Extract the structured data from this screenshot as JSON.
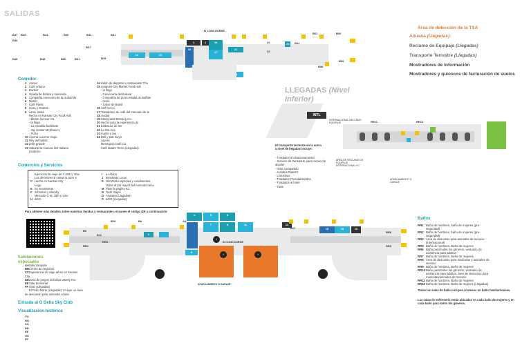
{
  "titles": {
    "departures": "SALIDAS",
    "arrivals_line1": "LLEGADAS",
    "arrivals_line2": "(Nivel",
    "arrivals_line3": "Inferior)"
  },
  "colors": {
    "yellow": "#f2c300",
    "teal": "#1aa0b0",
    "cyan": "#28b4d8",
    "blue": "#2a6fb3",
    "orange": "#e8792a",
    "green": "#7ac143",
    "gray": "#d4d6d8"
  },
  "right_legend": {
    "tsa": "Área de detección de la TSA",
    "customs": "Aduana",
    "customs_italic": "(Llegadas)",
    "baggage": "Reclamo de Equipaje",
    "baggage_italic": "(Llegadas)",
    "ground": "Transporte Terrestre",
    "ground_italic": "(Llegadas)",
    "info": "Mostradores de Información",
    "kiosks": "Mostradores y quioscos de facturación de vuelos"
  },
  "dining": {
    "heading": "Comedor",
    "items_left": [
      {
        "n": "1",
        "t": "Annex"
      },
      {
        "n": "2",
        "t": "Café urbano"
      },
      {
        "n": "3",
        "t": "Dunkin'"
      },
      {
        "n": "4",
        "t": "Velada de bolsita y merienda"
      },
      {
        "n": "5",
        "t": "Compañía cervecera de la ciudad de"
      },
      {
        "n": "6",
        "t": "Martín"
      },
      {
        "n": "7",
        "t": "Café Parisi"
      },
      {
        "n": "8",
        "t": "Uvas y Granos"
      },
      {
        "n": "9",
        "t": "carne mixta"
      },
      {
        "n": "",
        "t": "Hecho en Kansas City Food Hall"
      },
      {
        "n": "",
        "t": "- Bloom humeer Co."
      },
      {
        "n": "",
        "t": "- la llega"
      },
      {
        "n": "",
        "t": "- La escotilla facilitante"
      },
      {
        "n": "",
        "t": "- Jay Hoster McShane's"
      },
      {
        "n": "",
        "t": "- Pizza"
      },
      {
        "n": "10",
        "t": "Cocina Lucerne Hugo"
      },
      {
        "n": "11",
        "t": "Rey del batido"
      },
      {
        "n": "12",
        "t": "pollo grande"
      },
      {
        "n": "13",
        "t": "Sakurtería Camoei Del Italiano"
      },
      {
        "n": "",
        "t": "moderno"
      }
    ],
    "items_right": [
      {
        "n": "14",
        "t": "Salón de deportes y restaurante The"
      },
      {
        "n": "15",
        "t": "Leagues City Market Food Hall"
      },
      {
        "n": "",
        "t": "- la llega"
      },
      {
        "n": "",
        "t": "- Cervecería del bulevar"
      },
      {
        "n": "",
        "t": "- Compañía de pizza estatal de Buffalo"
      },
      {
        "n": "",
        "t": "- cenis"
      },
      {
        "n": "",
        "t": "- Sabor de Brasil"
      },
      {
        "n": "16",
        "t": "Self fresco"
      },
      {
        "n": "17",
        "t": "Tostadores de café del mercado de la"
      },
      {
        "n": "18",
        "t": "ciudad"
      },
      {
        "n": "19",
        "t": "Stockyards Brewing Co."
      },
      {
        "n": "20",
        "t": "Hecho para la experiencia de"
      },
      {
        "n": "21",
        "t": "barbacoa de KC"
      },
      {
        "n": "22",
        "t": "La Ola Ana"
      },
      {
        "n": "23",
        "t": "martín y tau"
      },
      {
        "n": "24",
        "t": "Deli y pub Guy's"
      },
      {
        "n": "",
        "t": "cavera"
      },
      {
        "n": "",
        "t": "Mensajero Café Co."
      },
      {
        "n": "",
        "t": "Café Madre Tierra (Llegadas)"
      }
    ]
  },
  "shops": {
    "heading": "Comercios y Servicios",
    "items_left": [
      {
        "n": "",
        "t": "Ejercicios de viaje de A 16th y Vine"
      },
      {
        "n": "",
        "t": "Los directores B cartan la torre 2"
      },
      {
        "n": "C",
        "t": "Hecho en Kansas City"
      },
      {
        "n": "",
        "t": "Lego"
      },
      {
        "n": "E",
        "t": "en movimiento"
      },
      {
        "n": "F",
        "t": "Johnston y Murphy"
      },
      {
        "n": "",
        "t": "Mercado G en 18th y Vine"
      },
      {
        "n": "H",
        "t": "&GO"
      }
    ],
    "items_right": [
      {
        "n": "I",
        "t": "a el tono"
      },
      {
        "n": "J",
        "t": "Brookside Local"
      },
      {
        "n": "K",
        "t": "Old World especias y condimentos"
      },
      {
        "n": "",
        "t": "Venta al por mayor del mercado de la"
      },
      {
        "n": "M",
        "t": "Pase la página KC"
      },
      {
        "n": "N",
        "t": "Todo Viajes"
      },
      {
        "n": "O",
        "t": "Arguana (Llegadas)"
      },
      {
        "n": "P",
        "t": "&GO (Llegadas)"
      }
    ],
    "qr_note": "Para obtener más detalles sobre nuestras tiendas y restaurantes, escanee el código QR a continuación:"
  },
  "ground_transport": {
    "heading": "El transporte terrestre en la acera a nivel de llegadas incluye:",
    "items": [
      "- Traslados al estacionamiento",
      "- Servicio de transporte para coches de alquiler",
      "- Viaje compartido",
      "- Autobús RideKC",
      "- Limusinas",
      "- Traslados Preestablecidos",
      "- Traslados al hotel",
      "- Taxis"
    ],
    "garage_label": "APARCAMIENTO G GARAJE",
    "intl_label": "INTERNACIONAL RECLAMO EQUIPAJE",
    "area_label": "ÁREA DE RECLAMO DE EQUIPAJE INTERNACIONAL KC"
  },
  "restrooms": {
    "heading": "Baños",
    "items": [
      {
        "n": "RR1",
        "t": "Baño de hombres, baño de mujeres (pre-seguridad)"
      },
      {
        "n": "RR2",
        "t": "Baño de hombres, baño de mujeres (pre-seguridad)"
      },
      {
        "n": "RR3",
        "t": "Área de descanso para animales de servicio (internacional)"
      },
      {
        "n": "RR5",
        "t": "Baño de hombres, Baño de mujeres"
      },
      {
        "n": "RR6",
        "t": "Baño para todos los géneros, vestuario de asistencia para adultos"
      },
      {
        "n": "RR7",
        "t": "Baño de hombres, Baño de mujeres,"
      },
      {
        "n": "RR8",
        "t": "Área de descanso para mascotas y animales de servicio"
      },
      {
        "n": "RR9",
        "t": "Baño de hombres, Baño de mujeres"
      },
      {
        "n": "RR10",
        "t": "Baño para todos los géneros, vestuario de asistencia para adultos, área de descanso para mascotas/animales de servicio"
      },
      {
        "n": "RR11",
        "t": "Baño de hombres, Baño de mujeres"
      },
      {
        "n": "RR12",
        "t": "Baño de hombres, Baño de mujeres (Llegadas)"
      }
    ],
    "note1": "Todas las salas de baño incluyen al menos un baño familiar/unisex.",
    "note2": "Las salas de enfermería están ubicadas en cada baño de mujeres y en cada baño para todos los géneros."
  },
  "lounges": {
    "heading": "habitaciones especiales",
    "items": [
      {
        "n": "AA",
        "t": "Sala tranquila"
      },
      {
        "n": "BB",
        "t": "Centro de negocios"
      },
      {
        "n": "CC",
        "t": "Experiencia de viaje aéreo en Kansas City"
      },
      {
        "n": "DD",
        "t": "Zona de juegos inclusiva Variety KC"
      },
      {
        "n": "EE",
        "t": "Sala Sensorial"
      },
      {
        "n": "FF",
        "t": "USO (Llegadas)"
      },
      {
        "n": "",
        "t": "El Peño Norte (Llegadas): incluye un área de descanso para animales al aire"
      }
    ],
    "dsky": "Entrada al G Delta Sky Club",
    "history": "Visualización histórica",
    "codes": [
      "YU",
      "NO",
      "CC",
      "DD",
      "EE",
      "UU",
      "FF"
    ]
  },
  "map_labels": {
    "concourse": "B CONCOURSE",
    "garage_bottom": "APARCAMIENTO G GARAJE",
    "intl_box": "INTL",
    "top_gates": [
      "B45",
      "B44",
      "B40",
      "B42",
      "B41",
      "B38",
      "B37",
      "B39",
      "B36"
    ],
    "top_gates_right": [
      "B60",
      "B61",
      "B59",
      "B58",
      "B57",
      "B56",
      "B55",
      "B54"
    ],
    "left_gates": [
      "B47",
      "B46",
      "B48",
      "B49",
      "B50",
      "B51"
    ],
    "bottom_gates": [
      "B10",
      "B9",
      "B8",
      "B11",
      "B12",
      "B6",
      "B14",
      "B16"
    ],
    "bottom_gates_right": [
      "B17",
      "B19",
      "B20",
      "B22",
      "B24",
      "B25"
    ],
    "rr_bottom": [
      "RR2",
      "RR3",
      "RR4",
      "RR5",
      "RR6",
      "RR7",
      "RR8",
      "RR9",
      "RR10"
    ],
    "rr_arr": [
      "RR11",
      "RR12"
    ],
    "bottom_codes": [
      "AA",
      "BB",
      "CC",
      "DD",
      "EE"
    ],
    "dep_numbers": [
      "1",
      "2",
      "3",
      "4",
      "5",
      "6",
      "7",
      "8",
      "9",
      "10",
      "11",
      "12",
      "13",
      "14",
      "15",
      "16",
      "17",
      "18",
      "19",
      "20",
      "21",
      "22",
      "23",
      "24"
    ]
  }
}
